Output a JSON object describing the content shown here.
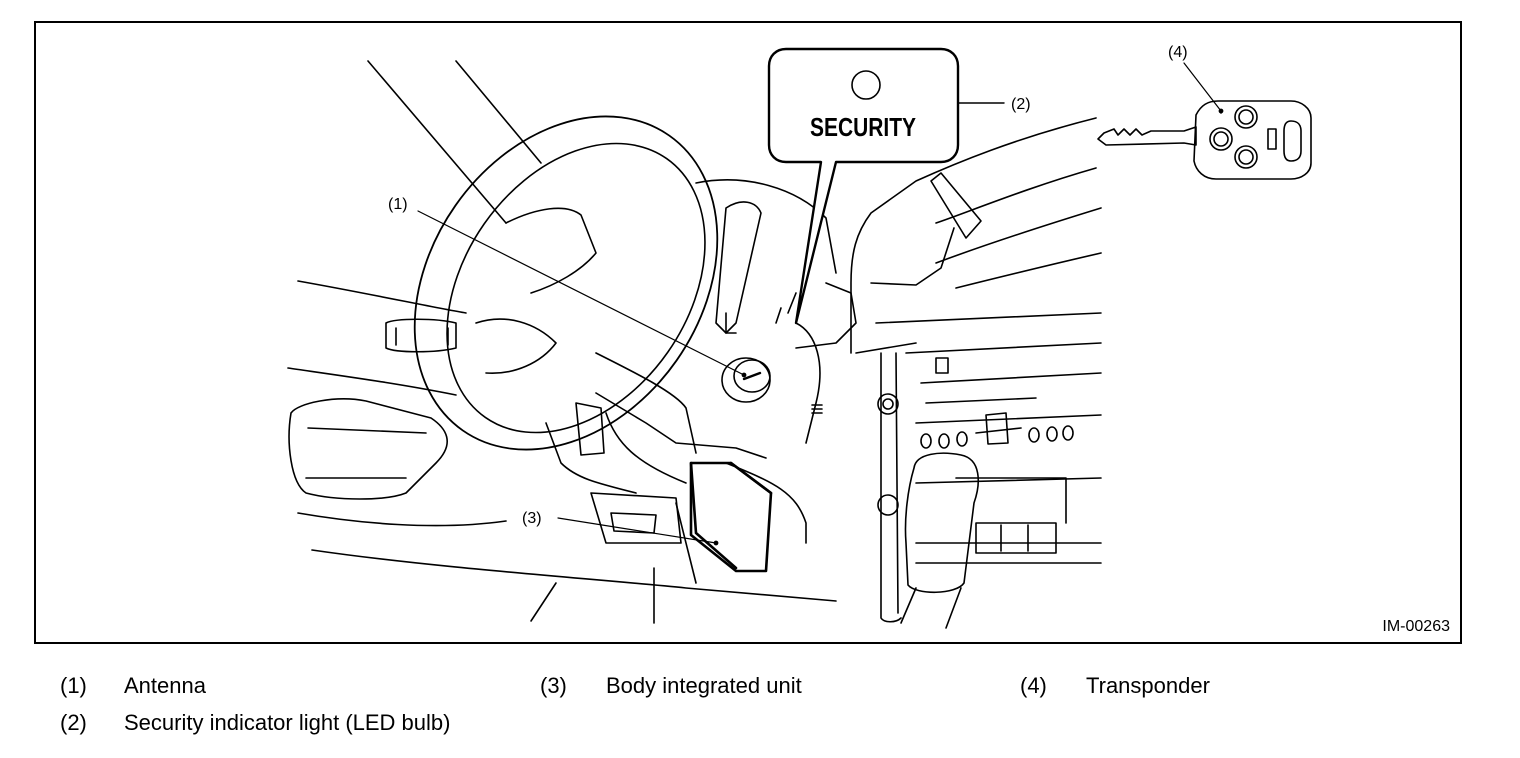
{
  "figure": {
    "code": "IM-00263",
    "indicator_text": "SECURITY",
    "callouts": [
      {
        "number": "(1)"
      },
      {
        "number": "(2)"
      },
      {
        "number": "(3)"
      },
      {
        "number": "(4)"
      }
    ]
  },
  "legend": [
    {
      "number": "(1)",
      "label": "Antenna"
    },
    {
      "number": "(3)",
      "label": "Body integrated unit"
    },
    {
      "number": "(4)",
      "label": "Transponder"
    },
    {
      "number": "(2)",
      "label": "Security indicator light (LED bulb)"
    }
  ]
}
